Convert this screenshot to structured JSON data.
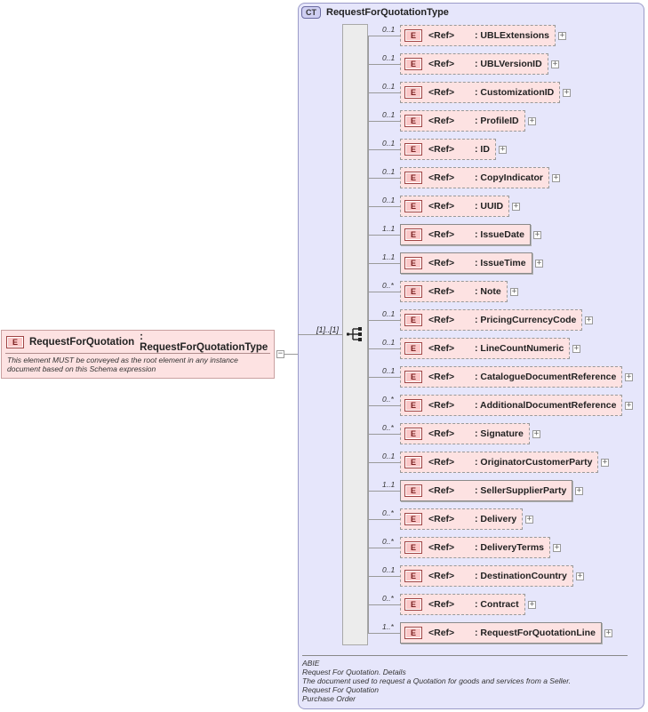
{
  "root": {
    "badge": "E",
    "name": "RequestForQuotation",
    "type": ": RequestForQuotationType",
    "doc": "This element MUST be conveyed as the root element in any instance document based on this Schema expression",
    "toggle": "−"
  },
  "complex_type": {
    "badge": "CT",
    "title": "RequestForQuotationType"
  },
  "sequence": {
    "cardinality": "[1]..[1]"
  },
  "children": [
    {
      "card": "0..1",
      "badge": "E",
      "ref": "<Ref>",
      "name": ": UBLExtensions",
      "required": false,
      "toggle": "+"
    },
    {
      "card": "0..1",
      "badge": "E",
      "ref": "<Ref>",
      "name": ": UBLVersionID",
      "required": false,
      "toggle": "+"
    },
    {
      "card": "0..1",
      "badge": "E",
      "ref": "<Ref>",
      "name": ": CustomizationID",
      "required": false,
      "toggle": "+"
    },
    {
      "card": "0..1",
      "badge": "E",
      "ref": "<Ref>",
      "name": ": ProfileID",
      "required": false,
      "toggle": "+"
    },
    {
      "card": "0..1",
      "badge": "E",
      "ref": "<Ref>",
      "name": ": ID",
      "required": false,
      "toggle": "+"
    },
    {
      "card": "0..1",
      "badge": "E",
      "ref": "<Ref>",
      "name": ": CopyIndicator",
      "required": false,
      "toggle": "+"
    },
    {
      "card": "0..1",
      "badge": "E",
      "ref": "<Ref>",
      "name": ": UUID",
      "required": false,
      "toggle": "+"
    },
    {
      "card": "1..1",
      "badge": "E",
      "ref": "<Ref>",
      "name": ": IssueDate",
      "required": true,
      "toggle": "+"
    },
    {
      "card": "1..1",
      "badge": "E",
      "ref": "<Ref>",
      "name": ": IssueTime",
      "required": true,
      "toggle": "+"
    },
    {
      "card": "0..*",
      "badge": "E",
      "ref": "<Ref>",
      "name": ": Note",
      "required": false,
      "toggle": "+"
    },
    {
      "card": "0..1",
      "badge": "E",
      "ref": "<Ref>",
      "name": ": PricingCurrencyCode",
      "required": false,
      "toggle": "+"
    },
    {
      "card": "0..1",
      "badge": "E",
      "ref": "<Ref>",
      "name": ": LineCountNumeric",
      "required": false,
      "toggle": "+"
    },
    {
      "card": "0..1",
      "badge": "E",
      "ref": "<Ref>",
      "name": ": CatalogueDocumentReference",
      "required": false,
      "toggle": "+"
    },
    {
      "card": "0..*",
      "badge": "E",
      "ref": "<Ref>",
      "name": ": AdditionalDocumentReference",
      "required": false,
      "toggle": "+"
    },
    {
      "card": "0..*",
      "badge": "E",
      "ref": "<Ref>",
      "name": ": Signature",
      "required": false,
      "toggle": "+"
    },
    {
      "card": "0..1",
      "badge": "E",
      "ref": "<Ref>",
      "name": ": OriginatorCustomerParty",
      "required": false,
      "toggle": "+"
    },
    {
      "card": "1..1",
      "badge": "E",
      "ref": "<Ref>",
      "name": ": SellerSupplierParty",
      "required": true,
      "toggle": "+"
    },
    {
      "card": "0..*",
      "badge": "E",
      "ref": "<Ref>",
      "name": ": Delivery",
      "required": false,
      "toggle": "+"
    },
    {
      "card": "0..*",
      "badge": "E",
      "ref": "<Ref>",
      "name": ": DeliveryTerms",
      "required": false,
      "toggle": "+"
    },
    {
      "card": "0..1",
      "badge": "E",
      "ref": "<Ref>",
      "name": ": DestinationCountry",
      "required": false,
      "toggle": "+"
    },
    {
      "card": "0..*",
      "badge": "E",
      "ref": "<Ref>",
      "name": ": Contract",
      "required": false,
      "toggle": "+"
    },
    {
      "card": "1..*",
      "badge": "E",
      "ref": "<Ref>",
      "name": ": RequestForQuotationLine",
      "required": true,
      "toggle": "+"
    }
  ],
  "footer": [
    "ABIE",
    "Request For Quotation. Details",
    "The document used to request a Quotation for goods and services from a Seller.",
    "Request For Quotation",
    "Purchase Order"
  ]
}
